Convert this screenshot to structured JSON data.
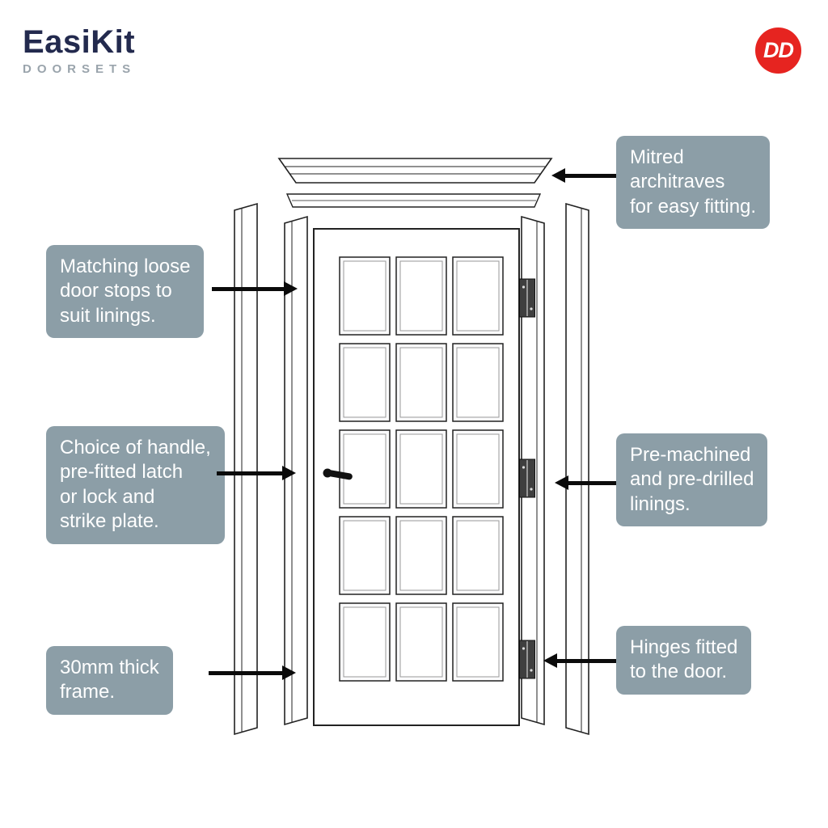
{
  "header": {
    "brand": "EasiKit",
    "brand_sub": "DOORSETS",
    "badge": "DD"
  },
  "callouts": {
    "architraves": {
      "text": "Mitred\narchitraves\nfor easy fitting."
    },
    "door_stops": {
      "text": "Matching loose\ndoor stops to\nsuit linings."
    },
    "handle": {
      "text": "Choice of handle,\npre-fitted latch\nor lock and\nstrike plate."
    },
    "linings": {
      "text": "Pre-machined\nand pre-drilled\nlinings."
    },
    "frame": {
      "text": "30mm thick\nframe."
    },
    "hinges": {
      "text": "Hinges fitted\nto the door."
    }
  },
  "colors": {
    "callout_bg": "#8C9EA7",
    "callout_text": "#FFFFFF",
    "brand_navy": "#232A4E",
    "brand_gray": "#9AA4AC",
    "badge_red": "#E62420"
  }
}
